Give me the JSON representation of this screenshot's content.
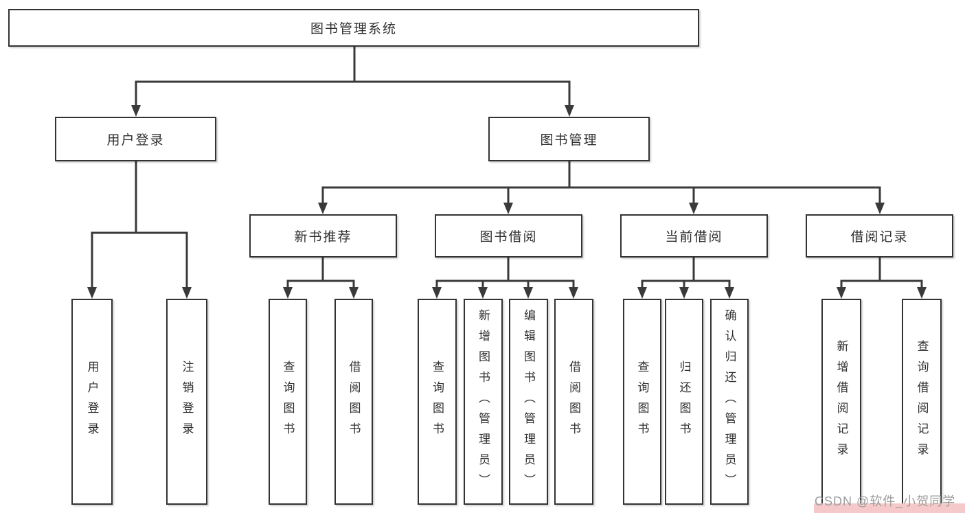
{
  "root": {
    "label": "图书管理系统"
  },
  "user": {
    "label": "用户登录",
    "children": [
      {
        "label": "用户登录"
      },
      {
        "label": "注销登录"
      }
    ]
  },
  "book": {
    "label": "图书管理",
    "sections": [
      {
        "label": "新书推荐",
        "children": [
          {
            "label": "查询图书"
          },
          {
            "label": "借阅图书"
          }
        ]
      },
      {
        "label": "图书借阅",
        "children": [
          {
            "label": "查询图书"
          },
          {
            "label": "新增图书（管理员）"
          },
          {
            "label": "编辑图书（管理员）"
          },
          {
            "label": "借阅图书"
          }
        ]
      },
      {
        "label": "当前借阅",
        "children": [
          {
            "label": "查询图书"
          },
          {
            "label": "归还图书"
          },
          {
            "label": "确认归还（管理员）"
          }
        ]
      },
      {
        "label": "借阅记录",
        "children": [
          {
            "label": "新增借阅记录"
          },
          {
            "label": "查询借阅记录"
          }
        ]
      }
    ]
  },
  "watermark": {
    "text": "CSDN @软件_小贺同学"
  },
  "colors": {
    "line": "#3a3a3a",
    "box_border": "#333333",
    "box_text": "#2f2f2f",
    "background": "#ffffff",
    "watermark_text": "#9c9c9c",
    "watermark_bg": "#f5c9c9"
  }
}
